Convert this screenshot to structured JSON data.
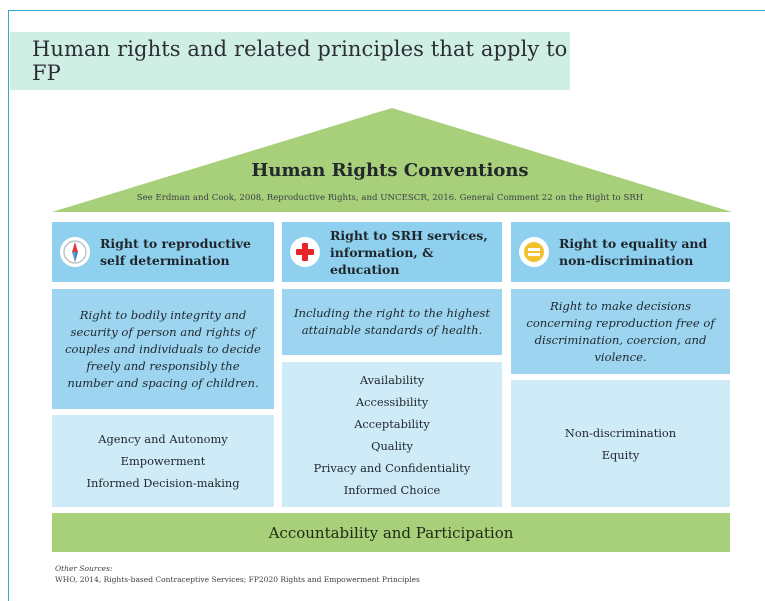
{
  "title": "Human rights and related principles that apply to FP",
  "roof": {
    "title": "Human Rights Conventions",
    "subtitle": "See Erdman and Cook, 2008, Reproductive Rights, and UNCESCR, 2016. General Comment 22 on the Right to SRH"
  },
  "columns": [
    {
      "icon": "compass-icon",
      "heading_line1": "Right to reproductive",
      "heading_line2": "self determination",
      "description": "Right to bodily integrity and security of person and rights of couples and individuals to decide freely and responsibly the number and spacing of children.",
      "principles": [
        "Agency and Autonomy",
        "Empowerment",
        "Informed Decision-making"
      ]
    },
    {
      "icon": "red-cross-icon",
      "heading_line1": "Right to SRH services,",
      "heading_line2": "information, & education",
      "description": "Including the right to the highest attainable standards of health.",
      "principles": [
        "Availability",
        "Accessibility",
        "Acceptability",
        "Quality",
        "Privacy and Confidentiality",
        "Informed Choice"
      ]
    },
    {
      "icon": "equals-icon",
      "heading_line1": "Right to equality and",
      "heading_line2": "non-discrimination",
      "description": "Right to make decisions concerning reproduction free of discrimination, coercion, and violence.",
      "principles": [
        "Non-discrimination",
        "Equity"
      ]
    }
  ],
  "base": "Accountability and Participation",
  "sources": {
    "label": "Other Sources:",
    "text": "WHO, 2014, Rights-based Contraceptive Services; FP2020 Rights and Empowerment Principles"
  },
  "colors": {
    "roof": "#a8d07a",
    "header": "#8fd0ee",
    "description": "#9dd5f0",
    "principles": "#cfebf8",
    "title_bg": "#cfeee4",
    "frame": "#3aa3d8"
  }
}
